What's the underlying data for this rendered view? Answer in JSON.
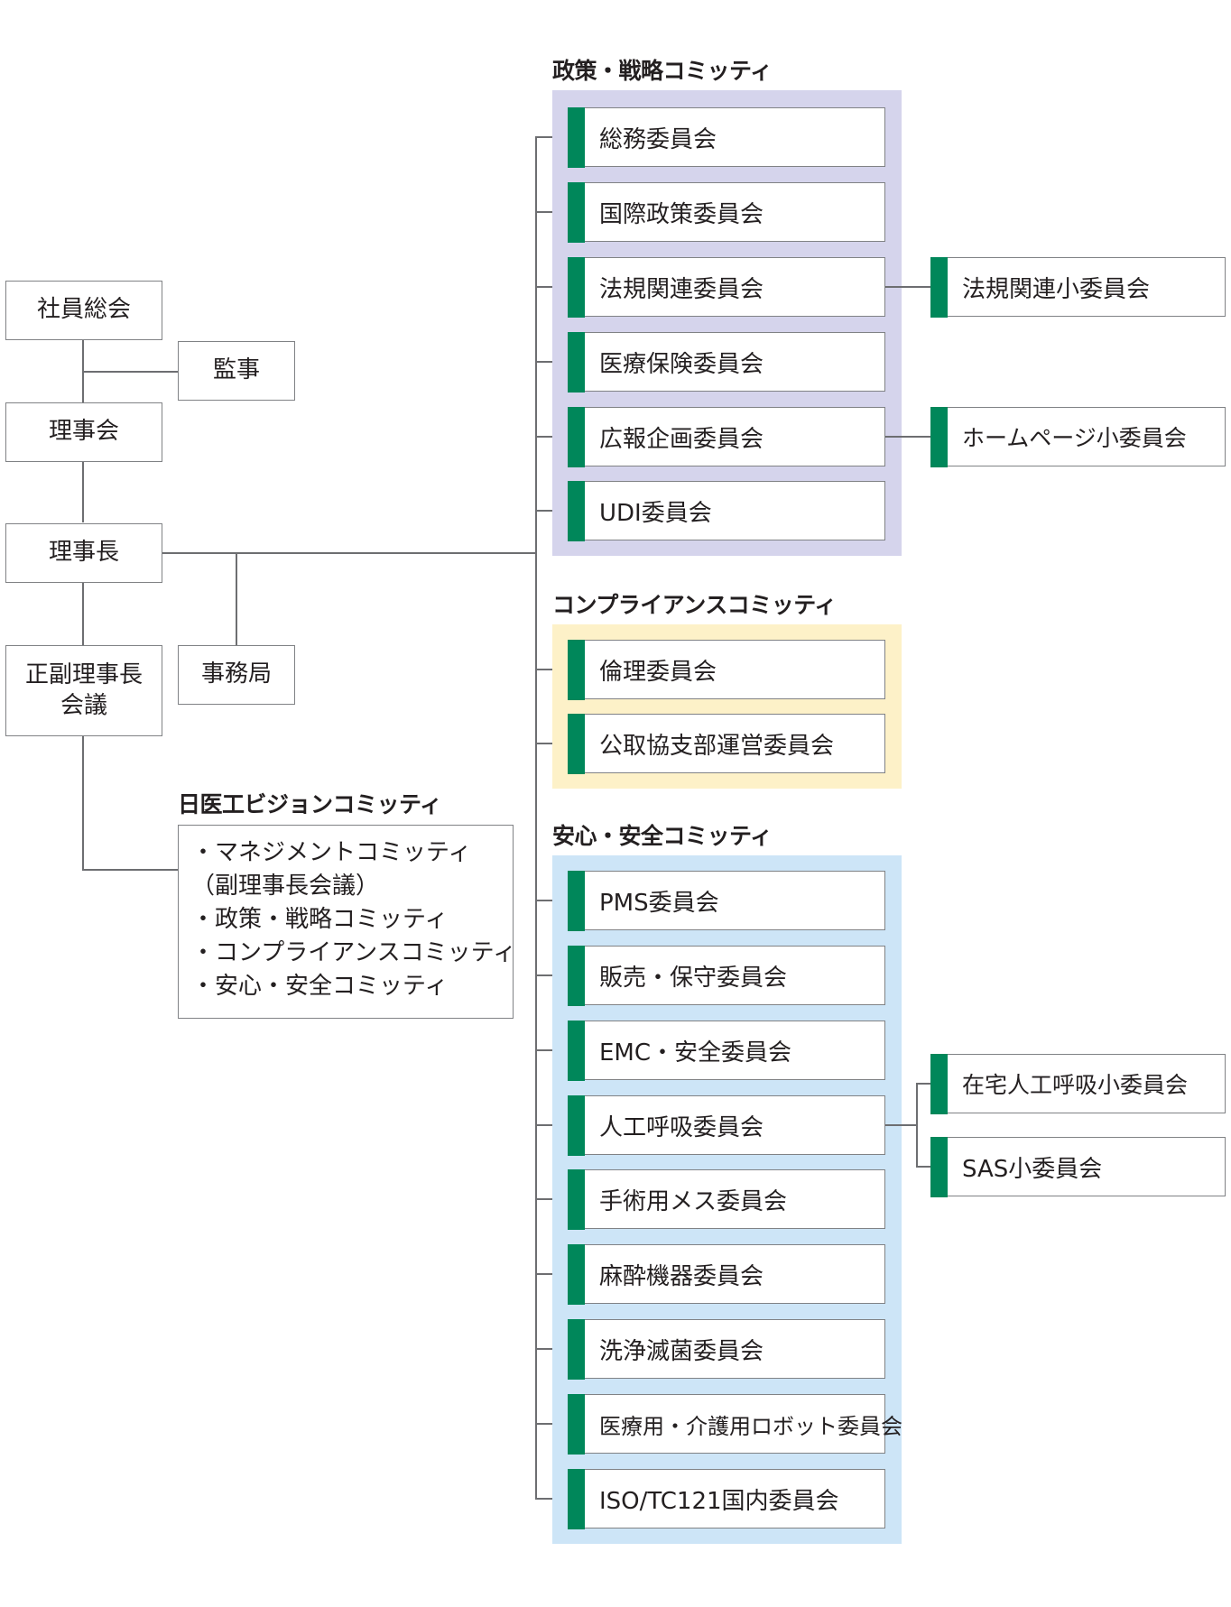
{
  "left_chain": {
    "general_meeting": "社員総会",
    "auditor": "監事",
    "board": "理事会",
    "chairman": "理事長",
    "vice_chair_meeting": [
      "正副理事長",
      "会議"
    ],
    "secretariat": "事務局"
  },
  "vision": {
    "title": "日医工ビジョンコミッティ",
    "items": [
      "・マネジメントコミッティ",
      "（副理事長会議）",
      "・政策・戦略コミッティ",
      "・コンプライアンスコミッティ",
      "・安心・安全コミッティ"
    ]
  },
  "groups": {
    "policy": {
      "title": "政策・戦略コミッティ",
      "color": "#d5d4ec",
      "committees": [
        "総務委員会",
        "国際政策委員会",
        "法規関連委員会",
        "医療保険委員会",
        "広報企画委員会",
        "UDI委員会"
      ]
    },
    "compliance": {
      "title": "コンプライアンスコミッティ",
      "color": "#fdf1c8",
      "committees": [
        "倫理委員会",
        "公取協支部運営委員会"
      ]
    },
    "safety": {
      "title": "安心・安全コミッティ",
      "color": "#cde5f7",
      "committees": [
        "PMS委員会",
        "販売・保守委員会",
        "EMC・安全委員会",
        "人工呼吸委員会",
        "手術用メス委員会",
        "麻酔機器委員会",
        "洗浄滅菌委員会",
        "医療用・介護用ロボット委員会",
        "ISO/TC121国内委員会"
      ]
    }
  },
  "subcommittees": {
    "regulatory_sub": "法規関連小委員会",
    "homepage_sub": "ホームページ小委員会",
    "home_ventilation_sub": "在宅人工呼吸小委員会",
    "sas_sub": "SAS小委員会"
  },
  "accent_color": "#00875a"
}
